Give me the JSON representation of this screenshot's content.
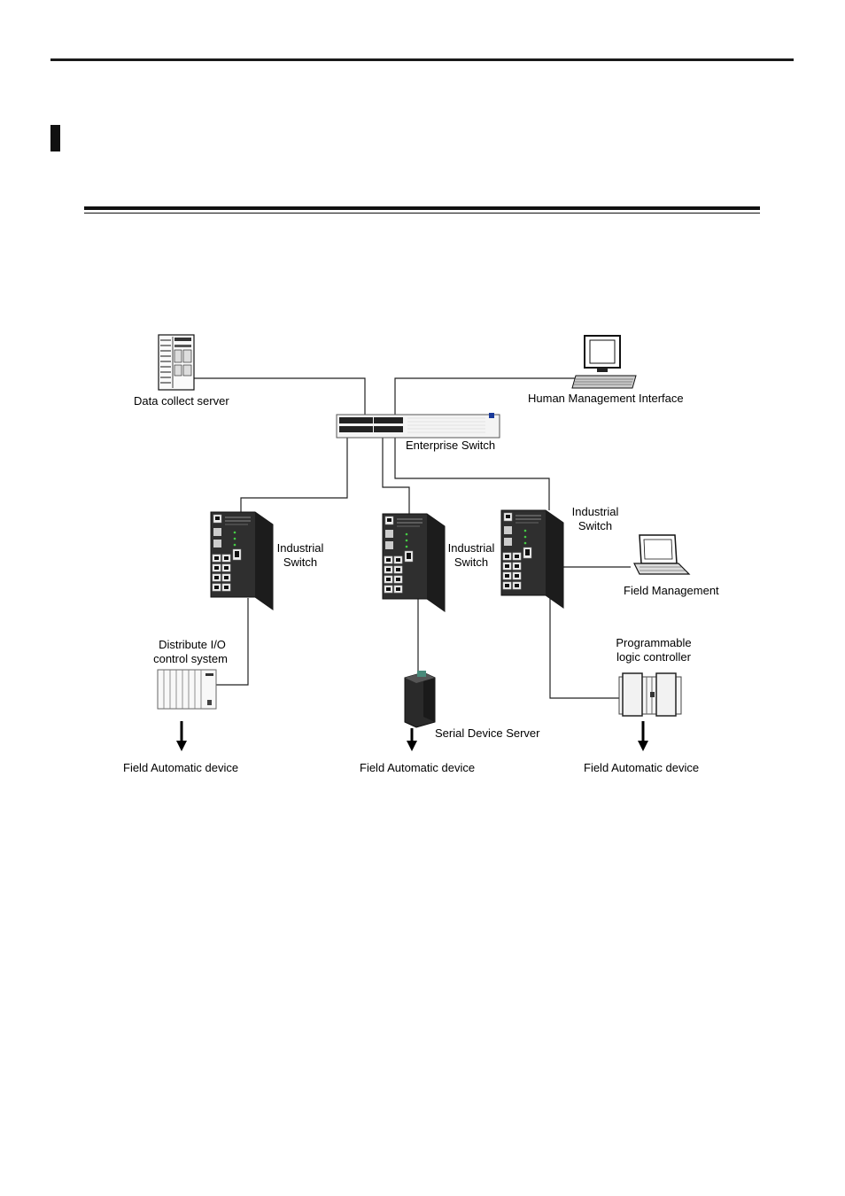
{
  "diagram": {
    "nodes": {
      "data_server": [
        "Data collect server"
      ],
      "hmi": [
        "Human Management Interface"
      ],
      "enterprise_switch": [
        "Enterprise Switch"
      ],
      "industrial_switch_left": [
        "Industrial",
        "Switch"
      ],
      "industrial_switch_mid": [
        "Industrial",
        "Switch"
      ],
      "industrial_switch_right": [
        "Industrial",
        "Switch"
      ],
      "field_management": [
        "Field Management"
      ],
      "distribute_io": [
        "Distribute I/O",
        "control system"
      ],
      "serial_server": [
        "Serial Device Server"
      ],
      "plc": [
        "Programmable",
        "logic controller"
      ],
      "field_left": [
        "Field Automatic device"
      ],
      "field_mid": [
        "Field Automatic device"
      ],
      "field_right": [
        "Field Automatic device"
      ]
    }
  }
}
